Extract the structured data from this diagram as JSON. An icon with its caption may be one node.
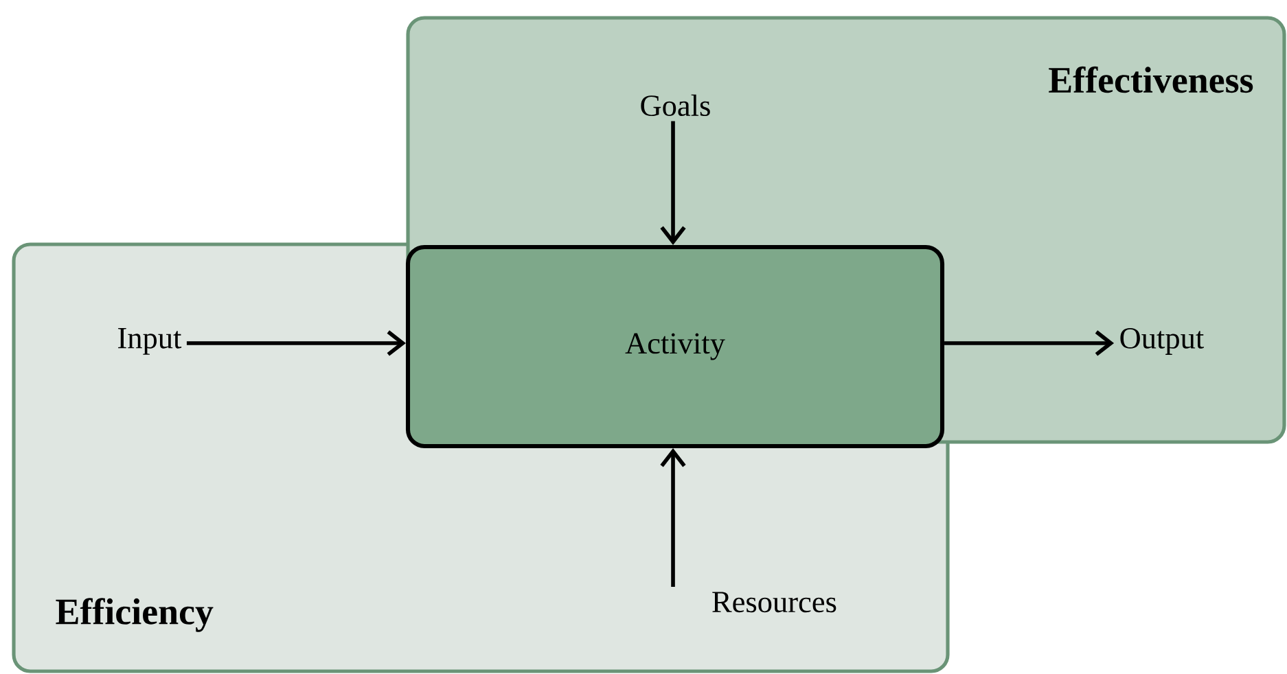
{
  "diagram": {
    "nodes": [
      {
        "text": [
          "Effectiveness"
        ]
      },
      {
        "text": [
          "Efficiency"
        ]
      },
      {
        "text": [
          "Activity"
        ]
      },
      {
        "text": [
          "Goals"
        ],
        "in": 0
      },
      {
        "text": [
          "Input"
        ],
        "in": 1
      },
      {
        "text": [
          "Output"
        ],
        "in": 0
      },
      {
        "text": [
          "Resources"
        ],
        "in": 1
      }
    ],
    "edges": [
      {
        "from": 3,
        "to": 2,
        "arrow": "to"
      },
      {
        "from": 4,
        "to": 2,
        "arrow": "to"
      },
      {
        "from": 2,
        "to": 5,
        "arrow": "to"
      },
      {
        "from": 6,
        "to": 2,
        "arrow": "to"
      }
    ]
  }
}
